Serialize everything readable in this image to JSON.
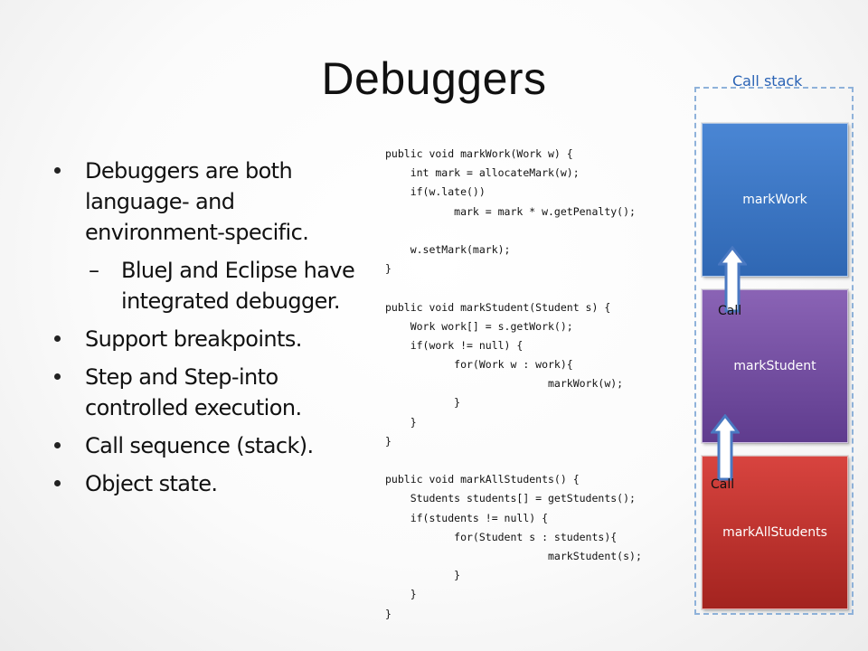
{
  "slide": {
    "title": "Debuggers",
    "bullets": [
      {
        "level": 1,
        "text": "Debuggers are both language- and environment-specific."
      },
      {
        "level": 2,
        "text": "BlueJ and Eclipse have integrated debugger."
      },
      {
        "level": 1,
        "text": "Support breakpoints."
      },
      {
        "level": 1,
        "text": "Step and Step-into controlled execution."
      },
      {
        "level": 1,
        "text": "Call sequence (stack)."
      },
      {
        "level": 1,
        "text": "Object state."
      }
    ],
    "dash": "–"
  },
  "code": {
    "lines": [
      "public void markWork(Work w) {",
      "    int mark = allocateMark(w);",
      "    if(w.late())",
      "           mark = mark * w.getPenalty();",
      "",
      "    w.setMark(mark);",
      "}",
      "",
      "public void markStudent(Student s) {",
      "    Work work[] = s.getWork();",
      "    if(work != null) {",
      "           for(Work w : work){",
      "                          markWork(w);",
      "           }",
      "    }",
      "}",
      "",
      "public void markAllStudents() {",
      "    Students students[] = getStudents();",
      "    if(students != null) {",
      "           for(Student s : students){",
      "                          markStudent(s);",
      "           }",
      "    }",
      "}"
    ]
  },
  "stack": {
    "label": "Call stack",
    "frames": [
      {
        "name": "markWork",
        "color_top": "#4a86d4",
        "color_bottom": "#2f67b3"
      },
      {
        "name": "markStudent",
        "color_top": "#8a63b5",
        "color_bottom": "#5f3c8e"
      },
      {
        "name": "markAllStudents",
        "color_top": "#d8443f",
        "color_bottom": "#a3231f"
      }
    ],
    "call_labels": [
      "Call",
      "Call"
    ],
    "arrow_color": "#4a79c2",
    "border_color": "#8fb2da"
  }
}
